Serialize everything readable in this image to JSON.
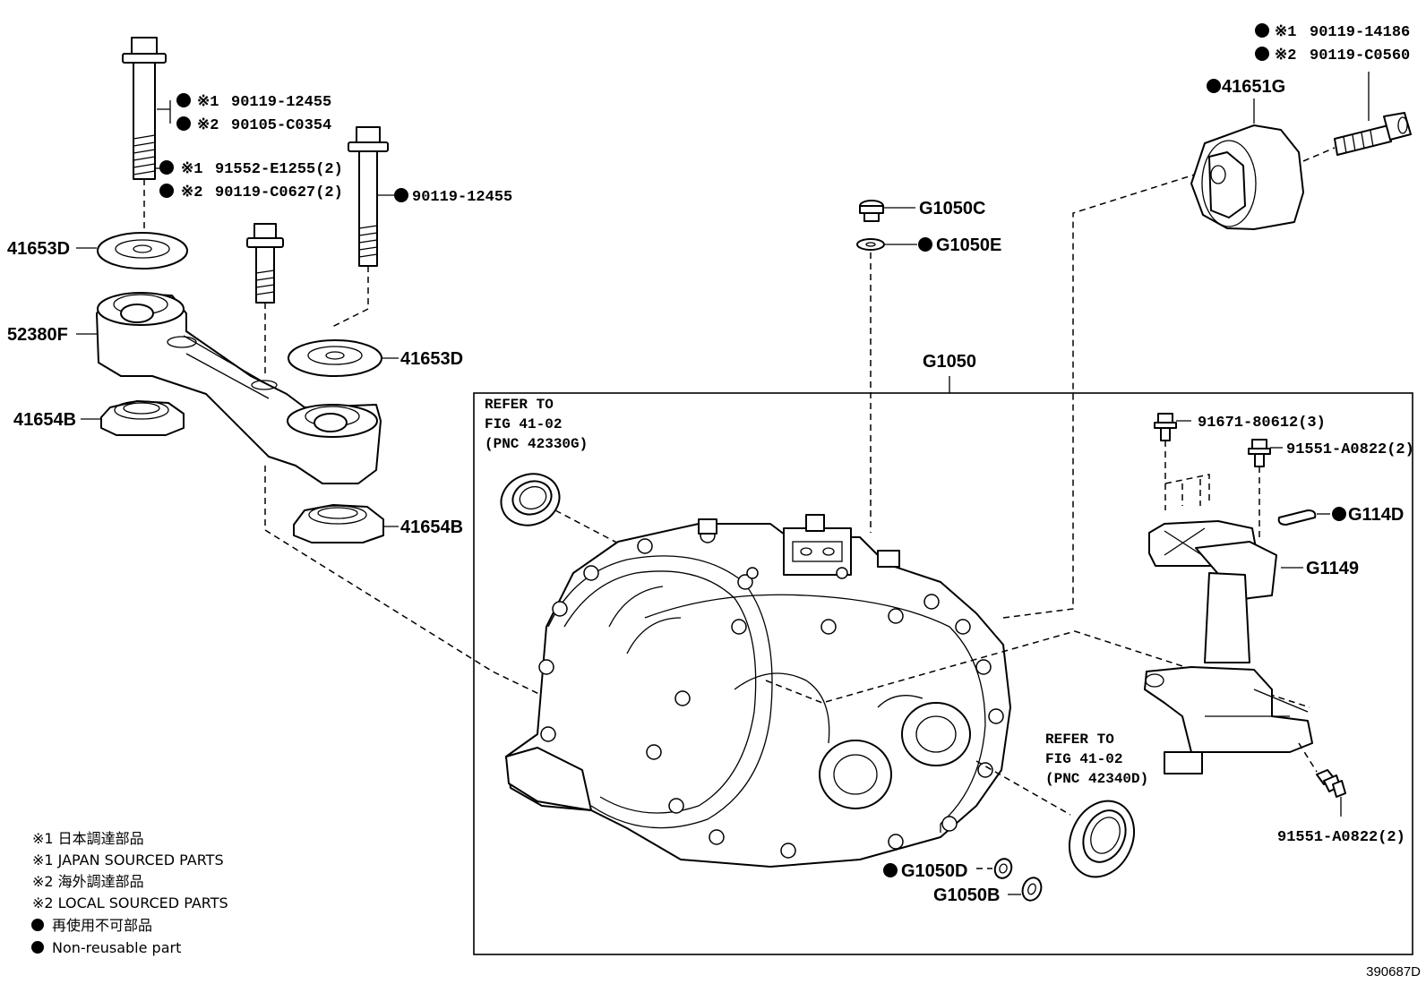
{
  "callouts": {
    "bolt_top_left": {
      "line1": {
        "mark": "※1",
        "part": "90119-12455"
      },
      "line2": {
        "mark": "※2",
        "part": "90105-C0354"
      }
    },
    "bolt_mid_left": {
      "line1": {
        "mark": "※1",
        "part": "91552-E1255(2)"
      },
      "line2": {
        "mark": "※2",
        "part": "90119-C0627(2)"
      }
    },
    "bolt_right_of_bracket": "90119-12455",
    "washer_top": "41653D",
    "washer_mid": "41653D",
    "bracket": "52380F",
    "bush_left": "41654B",
    "bush_lower": "41654B",
    "plug": "G1050C",
    "gasket_plug": "G1050E",
    "assembly": "G1050",
    "refer_left": {
      "line1": "REFER TO",
      "line2": "FIG 41-02",
      "line3": "(PNC 42330G)"
    },
    "refer_right": {
      "line1": "REFER TO",
      "line2": "FIG 41-02",
      "line3": "(PNC 42340D)"
    },
    "mount_top_right": {
      "line1": {
        "mark": "※1",
        "part": "90119-14186"
      },
      "line2": {
        "mark": "※2",
        "part": "90119-C0560"
      }
    },
    "mount": "41651G",
    "bolt_small_1": "91671-80612(3)",
    "bolt_small_2": "91551-A0822(2)",
    "oring": "G114D",
    "sensor": "G1149",
    "bolt_small_3": "91551-A0822(2)",
    "ring_d": "G1050D",
    "ring_b": "G1050B"
  },
  "legend": {
    "jp1": "※1 日本調達部品",
    "en1": "※1 JAPAN SOURCED PARTS",
    "jp2": "※2 海外調達部品",
    "en2": "※2 LOCAL SOURCED PARTS",
    "jp3": "再使用不可部品",
    "en3": "Non-reusable part"
  },
  "figure_id": "390687D"
}
